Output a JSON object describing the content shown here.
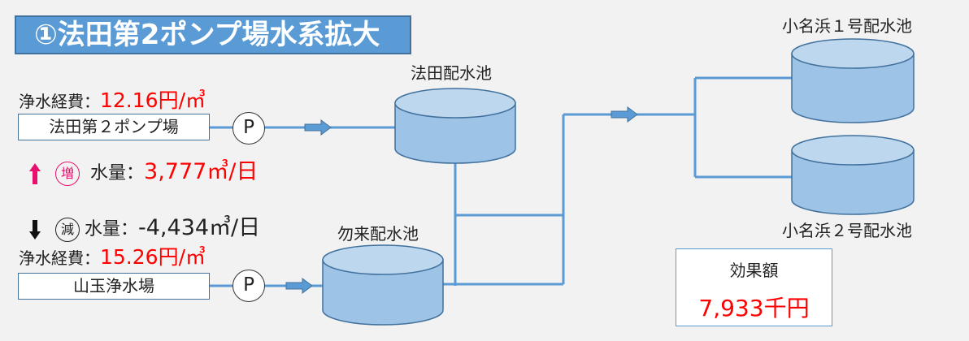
{
  "title": "①法田第2ポンプ場水系拡大",
  "upper_plant": {
    "cost_label": "浄水経費：",
    "cost_value": "12.16円",
    "cost_unit": "/㎥",
    "name": "法田第２ポンプ場",
    "pump_label": "P",
    "change_badge": "増",
    "volume_label": "水量：",
    "volume_value": "3,777",
    "volume_unit": "㎥/日"
  },
  "lower_plant": {
    "cost_label": "浄水経費：",
    "cost_value": "15.26円",
    "cost_unit": "/㎥",
    "name": "山玉浄水場",
    "pump_label": "P",
    "change_badge": "減",
    "volume_label": "水量：",
    "volume_value": "-4,434",
    "volume_unit": "㎥/日"
  },
  "reservoirs": {
    "houden": "法田配水池",
    "nakoso": "勿来配水池",
    "onahama1": "小名浜１号配水池",
    "onahama2": "小名浜２号配水池"
  },
  "effect": {
    "title": "効果額",
    "value": "7,933千円"
  },
  "colors": {
    "pipe": "#5b9bd5",
    "tank": "#9dc3e6",
    "title_bg": "#5b9bd5",
    "highlight": "#ff0000",
    "increase": "#e8106e"
  }
}
